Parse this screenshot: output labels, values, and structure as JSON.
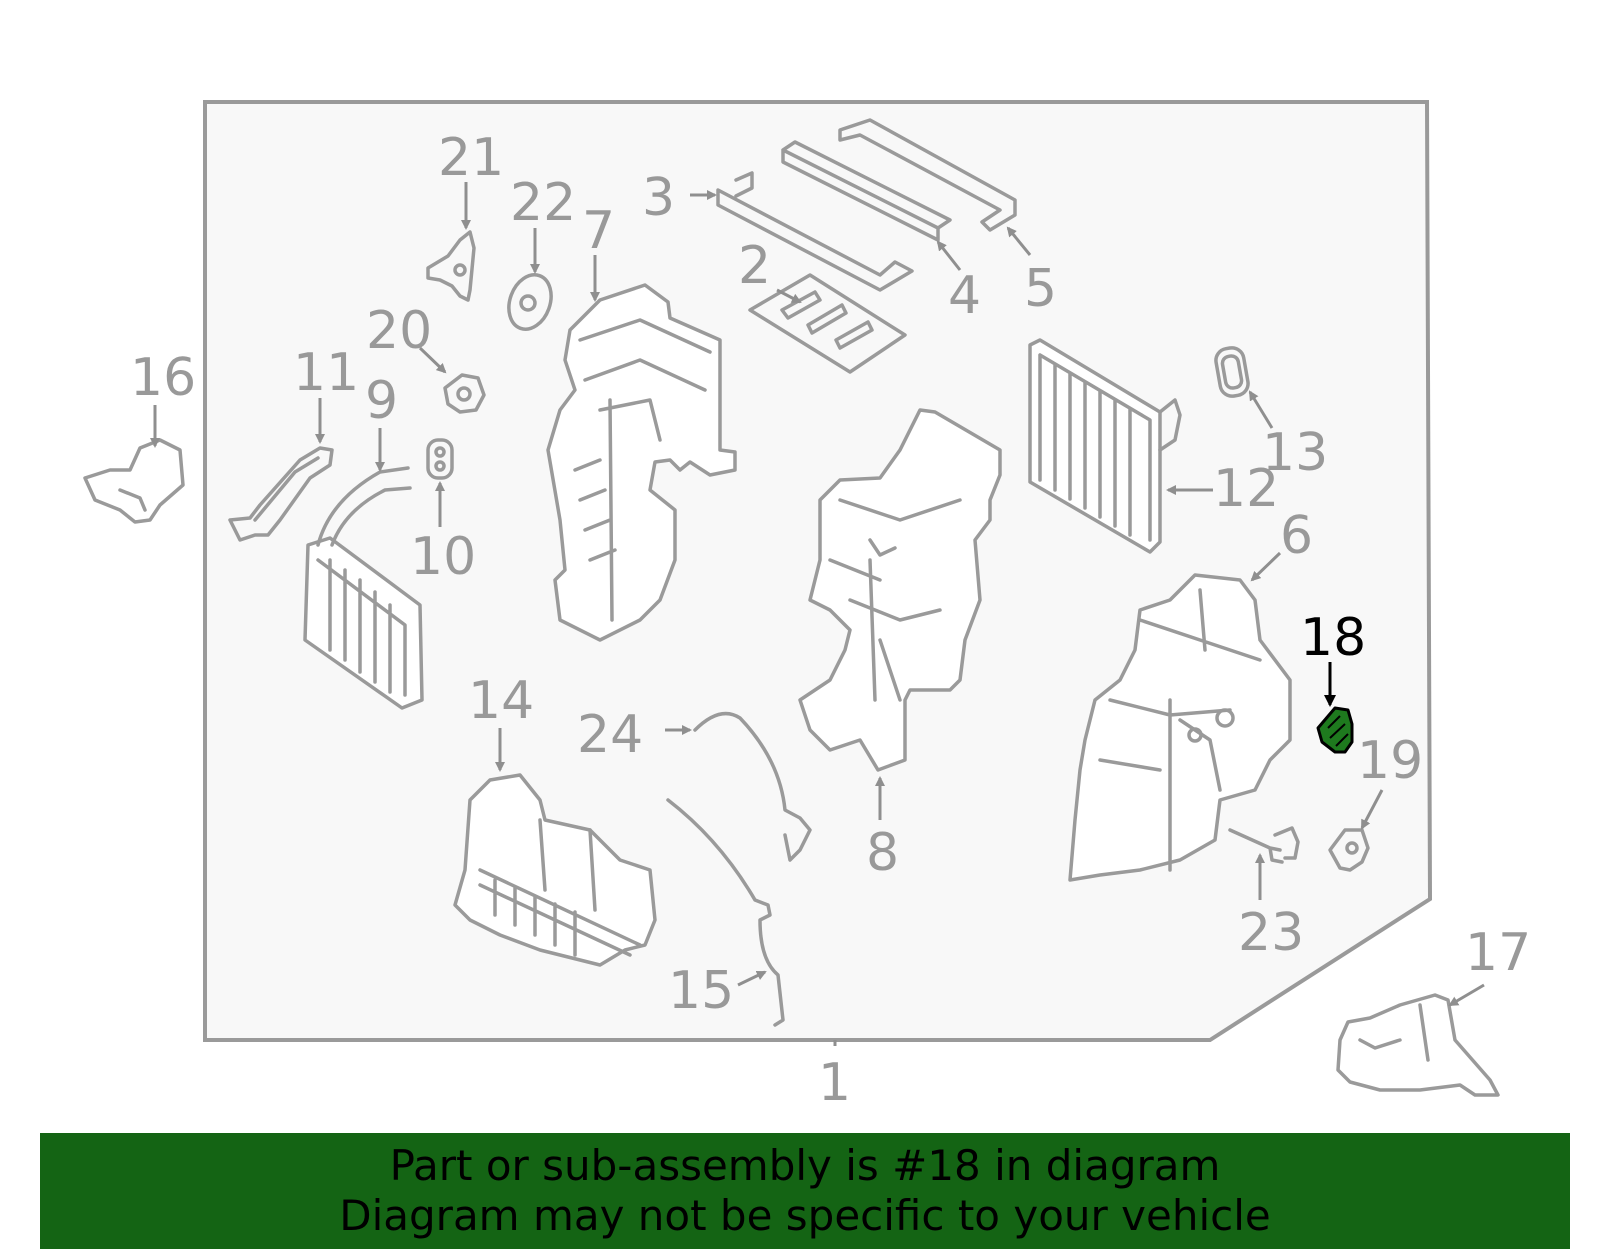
{
  "diagram": {
    "parts": [
      {
        "id": "1",
        "label": "1"
      },
      {
        "id": "2",
        "label": "2"
      },
      {
        "id": "3",
        "label": "3"
      },
      {
        "id": "4",
        "label": "4"
      },
      {
        "id": "5",
        "label": "5"
      },
      {
        "id": "6",
        "label": "6"
      },
      {
        "id": "7",
        "label": "7"
      },
      {
        "id": "8",
        "label": "8"
      },
      {
        "id": "9",
        "label": "9"
      },
      {
        "id": "10",
        "label": "10"
      },
      {
        "id": "11",
        "label": "11"
      },
      {
        "id": "12",
        "label": "12"
      },
      {
        "id": "13",
        "label": "13"
      },
      {
        "id": "14",
        "label": "14"
      },
      {
        "id": "15",
        "label": "15"
      },
      {
        "id": "16",
        "label": "16"
      },
      {
        "id": "17",
        "label": "17"
      },
      {
        "id": "18",
        "label": "18"
      },
      {
        "id": "19",
        "label": "19"
      },
      {
        "id": "20",
        "label": "20"
      },
      {
        "id": "21",
        "label": "21"
      },
      {
        "id": "22",
        "label": "22"
      },
      {
        "id": "23",
        "label": "23"
      },
      {
        "id": "24",
        "label": "24"
      }
    ],
    "highlighted_part": "18",
    "colors": {
      "line": "#9a9a9a",
      "panel": "#f8f8f8",
      "highlight_fill": "#1e7a1e",
      "banner": "#146414",
      "text_highlight": "#000000"
    }
  },
  "banner": {
    "line1": "Part or sub-assembly is #18 in diagram",
    "line2": "Diagram may not be specific to your vehicle"
  }
}
